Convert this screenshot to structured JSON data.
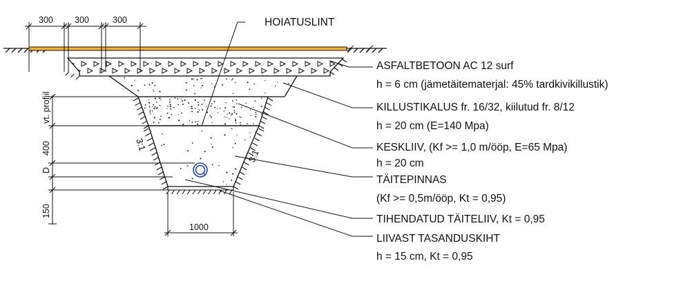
{
  "colors": {
    "line": "#111111",
    "asphalt": "#f0b232",
    "pipe": "#1f3fd8"
  },
  "top_label": "HOIATUSLINT",
  "layers": [
    {
      "name": "ASFALTBETOON AC 12 surf",
      "detail": "h = 6 cm (jämetäitematerjal: 45% tardkivikillustik)"
    },
    {
      "name": "KILLUSTIKALUS fr. 16/32, kiilutud fr. 8/12",
      "detail": "h = 20 cm (E=140 Mpa)"
    },
    {
      "name": "KESKLIIV, (Kf >= 1,0 m/ööp, E=65 Mpa)",
      "detail": "h = 20 cm"
    },
    {
      "name": "TÄITEPINNAS",
      "detail": "(Kf >= 0,5m/ööp, Kt = 0,95)"
    },
    {
      "name": "TIHENDATUD TÄITELIIV, Kt = 0,95",
      "detail": ""
    },
    {
      "name": "LIIVAST TASANDUSKIHT",
      "detail": "h = 15 cm, Kt = 0,95"
    }
  ],
  "dimensions": {
    "top_offsets": [
      "300",
      "300",
      "300"
    ],
    "vertical_profile": "vt. profiil",
    "vertical_400": "400",
    "vertical_d": "D",
    "vertical_150": "150",
    "bottom_width": "1000"
  },
  "slope_left": "3:1",
  "slope_right": "3:1"
}
